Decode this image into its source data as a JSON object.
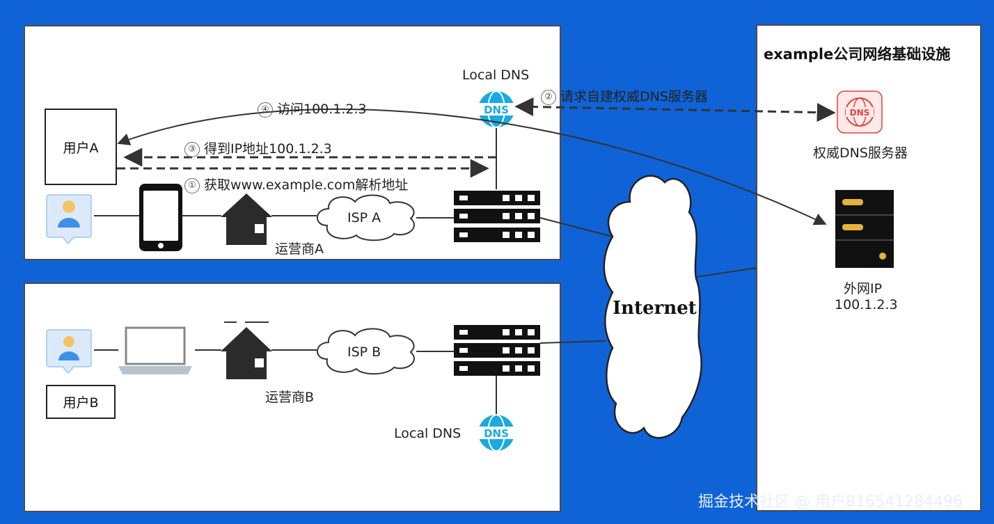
{
  "colors": {
    "background": "#0f63d6",
    "panel": "#ffffff",
    "dns_icon": "#1aa9e0",
    "auth_dns_icon": "#e0443c",
    "server_led": "#e6b23c",
    "line": "#333333"
  },
  "panel_a": {
    "user_label": "用户A",
    "carrier_label": "运营商A",
    "isp_label": "ISP A",
    "local_dns_label": "Local DNS",
    "steps": [
      {
        "num": "①",
        "text": "获取www.example.com解析地址"
      },
      {
        "num": "②",
        "text": "请求自建权威DNS服务器"
      },
      {
        "num": "③",
        "text": "得到IP地址100.1.2.3"
      },
      {
        "num": "④",
        "text": "访问100.1.2.3"
      }
    ],
    "icons": [
      "user-avatar-icon",
      "phone-icon",
      "house-icon",
      "cloud-icon",
      "server-rack-icon",
      "dns-globe-icon"
    ]
  },
  "panel_b": {
    "user_label": "用户B",
    "carrier_label": "运营商B",
    "isp_label": "ISP B",
    "local_dns_label": "Local DNS",
    "icons": [
      "user-avatar-icon",
      "laptop-icon",
      "house-icon",
      "cloud-icon",
      "server-rack-icon",
      "dns-globe-icon"
    ]
  },
  "internet_label": "Internet",
  "panel_c": {
    "title": "example公司网络基础设施",
    "auth_dns_label": "权威DNS服务器",
    "ext_ip_label": "外网IP",
    "ext_ip_value": "100.1.2.3",
    "icons": [
      "auth-dns-icon",
      "server-tower-icon"
    ]
  },
  "watermark": "掘金技术社区 @ 用户816541284496"
}
